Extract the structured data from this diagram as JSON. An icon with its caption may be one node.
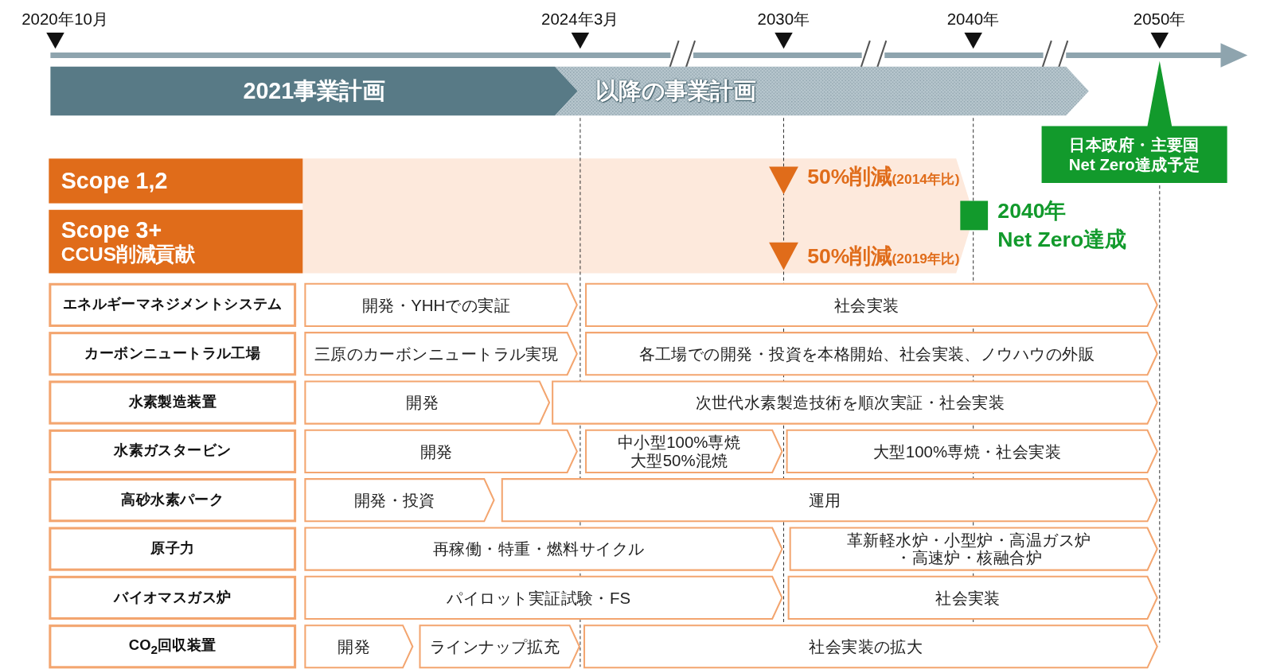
{
  "diagram": {
    "nodes": [
      {
        "text": [
          "2021事業計画"
        ]
      },
      {
        "text": [
          "以降の事業計画"
        ]
      },
      {
        "text": [
          "日本政府・主要国",
          "Net Zero達成予定"
        ]
      },
      {
        "text": [
          "Scope 1,2"
        ]
      },
      {
        "text": [
          "Scope 3+",
          "CCUS削減貢献"
        ]
      },
      {
        "text": [
          "エネルギーマネジメントシステム"
        ]
      },
      {
        "text": [
          "開発・YHHでの実証"
        ]
      },
      {
        "text": [
          "社会実装"
        ]
      },
      {
        "text": [
          "カーボンニュートラル工場"
        ]
      },
      {
        "text": [
          "三原のカーボンニュートラル実現"
        ]
      },
      {
        "text": [
          "各工場での開発・投資を本格開始、社会実装、ノウハウの外販"
        ]
      },
      {
        "text": [
          "水素製造装置"
        ]
      },
      {
        "text": [
          "開発"
        ]
      },
      {
        "text": [
          "次世代水素製造技術を順次実証・社会実装"
        ]
      },
      {
        "text": [
          "水素ガスタービン"
        ]
      },
      {
        "text": [
          "開発"
        ]
      },
      {
        "text": [
          "中小型100%専焼",
          "大型50%混焼"
        ]
      },
      {
        "text": [
          "大型100%専焼・社会実装"
        ]
      },
      {
        "text": [
          "高砂水素パーク"
        ]
      },
      {
        "text": [
          "開発・投資"
        ]
      },
      {
        "text": [
          "運用"
        ]
      },
      {
        "text": [
          "原子力"
        ]
      },
      {
        "text": [
          "再稼働・特重・燃料サイクル"
        ]
      },
      {
        "text": [
          "革新軽水炉・小型炉・高温ガス炉",
          "・高速炉・核融合炉"
        ]
      },
      {
        "text": [
          "バイオマスガス炉"
        ]
      },
      {
        "text": [
          "パイロット実証試験・FS"
        ]
      },
      {
        "text": [
          "社会実装"
        ]
      },
      {
        "text": [
          "CO$_{2}$回収装置"
        ]
      },
      {
        "text": [
          "開発"
        ]
      },
      {
        "text": [
          "ラインナップ拡充"
        ]
      },
      {
        "text": [
          "社会実装の拡大"
        ]
      }
    ],
    "labels": [
      "2020年10月",
      "2024年3月",
      "2030年",
      "2040年",
      "2050年",
      "50%削減",
      "(2014年比)",
      "2040年",
      "Net Zero達成",
      "50%削減",
      "(2019年比)"
    ]
  }
}
